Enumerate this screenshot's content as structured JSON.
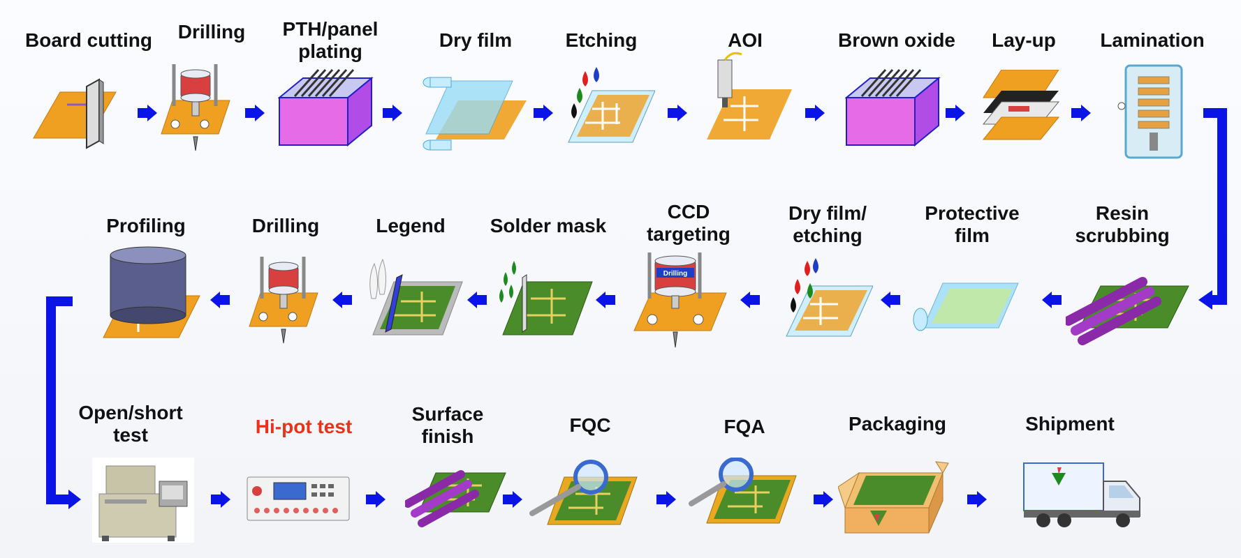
{
  "steps": [
    {
      "label": "Board cutting",
      "icon": "board-cutting-icon"
    },
    {
      "label": "Drilling",
      "icon": "drilling-machine-icon"
    },
    {
      "label": "PTH/panel",
      "label2": "plating",
      "icon": "plating-tank-icon"
    },
    {
      "label": "Dry film",
      "icon": "dry-film-roller-icon"
    },
    {
      "label": "Etching",
      "icon": "etching-drops-icon"
    },
    {
      "label": "AOI",
      "icon": "aoi-camera-icon"
    },
    {
      "label": "Brown oxide",
      "icon": "oxide-tank-icon"
    },
    {
      "label": "Lay-up",
      "icon": "layup-stack-icon"
    },
    {
      "label": "Lamination",
      "icon": "lamination-press-icon"
    },
    {
      "label": "Resin",
      "label2": "scrubbing",
      "icon": "scrubbing-rollers-icon"
    },
    {
      "label": "Protective",
      "label2": "film",
      "icon": "protective-film-icon"
    },
    {
      "label": "Dry film/",
      "label2": "etching",
      "icon": "etching-drops-icon"
    },
    {
      "label": "CCD",
      "label2": "targeting",
      "icon": "ccd-drill-icon"
    },
    {
      "label": "Solder mask",
      "icon": "solder-mask-icon"
    },
    {
      "label": "Legend",
      "icon": "legend-print-icon"
    },
    {
      "label": "Drilling",
      "icon": "drilling-machine-icon"
    },
    {
      "label": "Profiling",
      "icon": "routing-cylinder-icon"
    },
    {
      "label": "Open/short",
      "label2": "test",
      "icon": "test-machine-icon"
    },
    {
      "label": "Hi-pot test",
      "icon": "hipot-tester-icon",
      "highlight": "#e8321a"
    },
    {
      "label": "Surface",
      "label2": "finish",
      "icon": "finish-rollers-icon"
    },
    {
      "label": "FQC",
      "icon": "magnifier-board-icon"
    },
    {
      "label": "FQA",
      "icon": "magnifier-board-icon"
    },
    {
      "label": "Packaging",
      "icon": "packaging-box-icon"
    },
    {
      "label": "Shipment",
      "icon": "delivery-truck-icon"
    }
  ],
  "ccd_machine_text": "Drilling",
  "colors": {
    "arrow": "#0a14e6",
    "board": "#f0a020",
    "pcb_green": "#2f7f28",
    "text": "#111111",
    "highlight": "#e8321a"
  }
}
